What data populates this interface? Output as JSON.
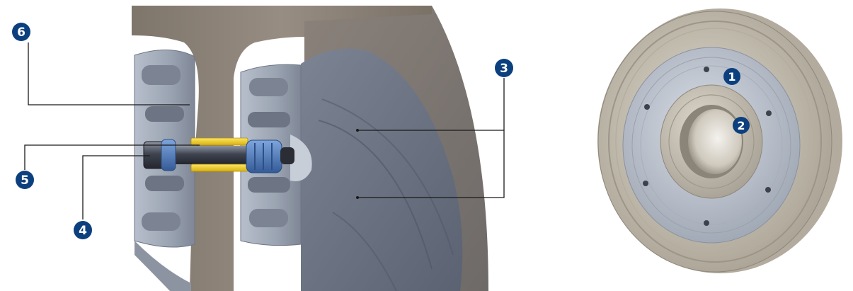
{
  "callouts": {
    "c1": "1",
    "c2": "2",
    "c3": "3",
    "c4": "4",
    "c5": "5",
    "c6": "6"
  },
  "colors": {
    "badge": "#0c3f7e",
    "rail": "#8c8278",
    "metal": "#a9b1bd",
    "steel_dark": "#6d7483",
    "sleeve": "#f0cd1c",
    "nut": "#4b74b0",
    "disc_outer": "#c9c3b6",
    "disc_inner": "#b8bfca"
  }
}
